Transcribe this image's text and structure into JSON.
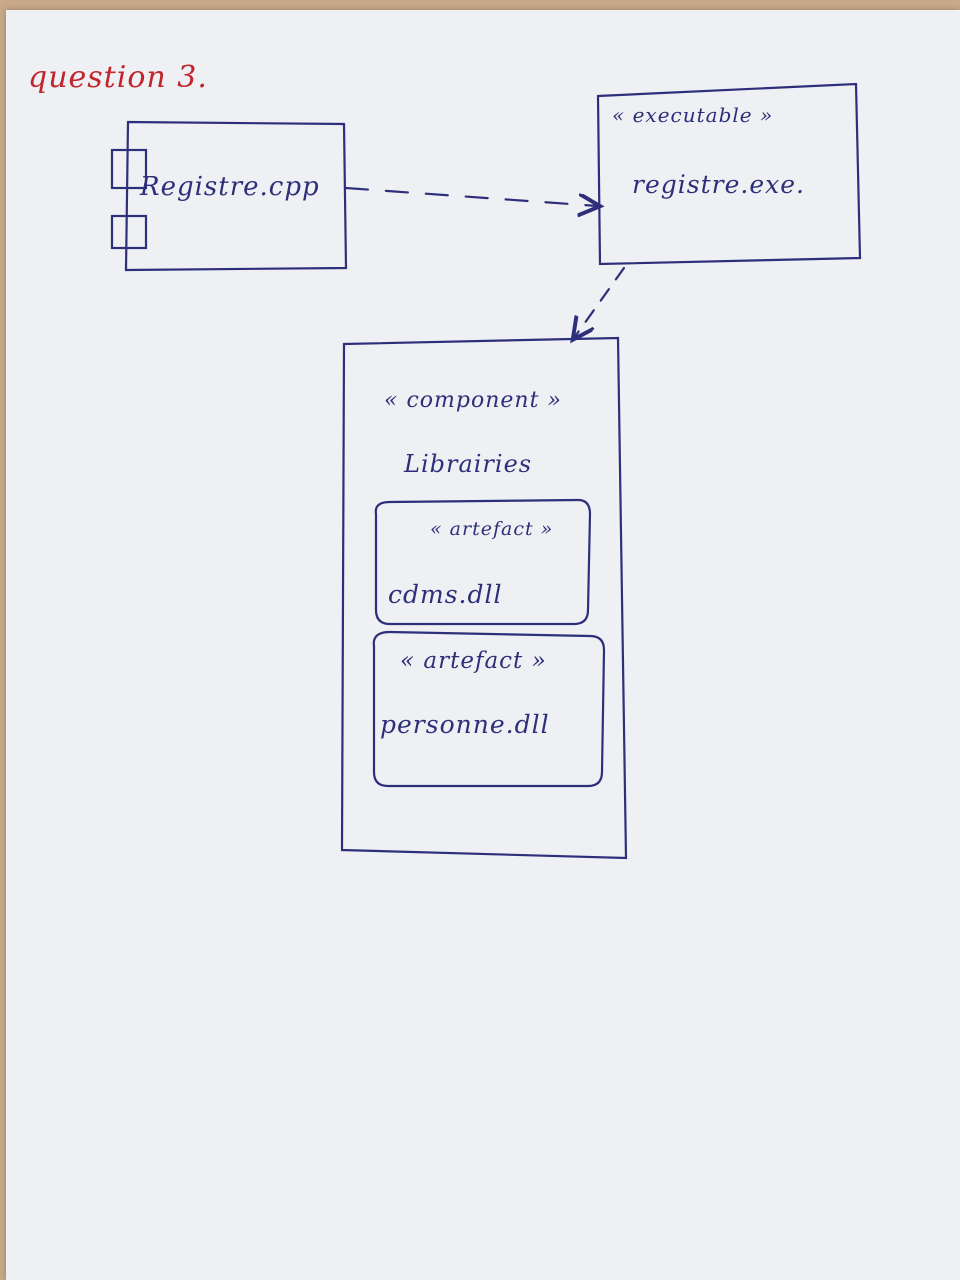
{
  "title": "question 3.",
  "source_component": {
    "name": "Registre.cpp"
  },
  "executable": {
    "stereotype": "« executable »",
    "name": "registre.exe."
  },
  "library": {
    "stereotype": "« component »",
    "name": "Librairies",
    "artifacts": [
      {
        "stereotype": "« artefact »",
        "name": "cdms.dll"
      },
      {
        "stereotype": "« artefact »",
        "name": "personne.dll"
      }
    ]
  },
  "colors": {
    "ink": "#2e2f7a",
    "title_ink": "#c0262b",
    "paper": "#eef0f3"
  }
}
